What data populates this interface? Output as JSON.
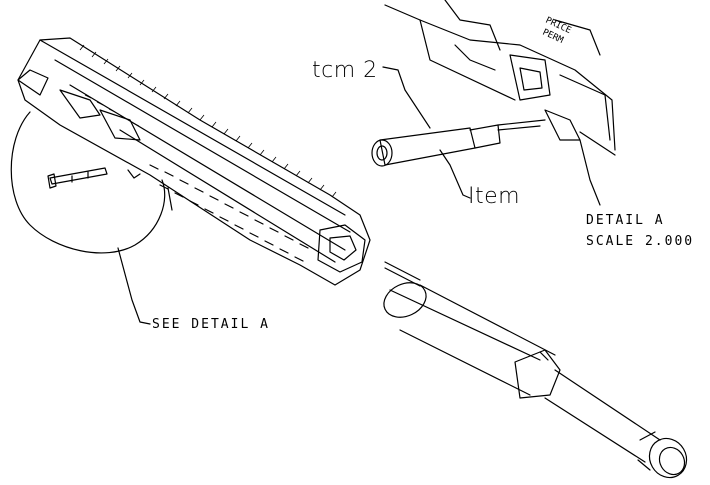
{
  "labels": {
    "item2": "tcm 2",
    "item": "Item",
    "detail_title": "DETAIL  A",
    "detail_scale": "SCALE  2.000",
    "see_detail": "SEE DETAIL  A"
  },
  "stamp_text": [
    "PRICE",
    "PERM"
  ]
}
